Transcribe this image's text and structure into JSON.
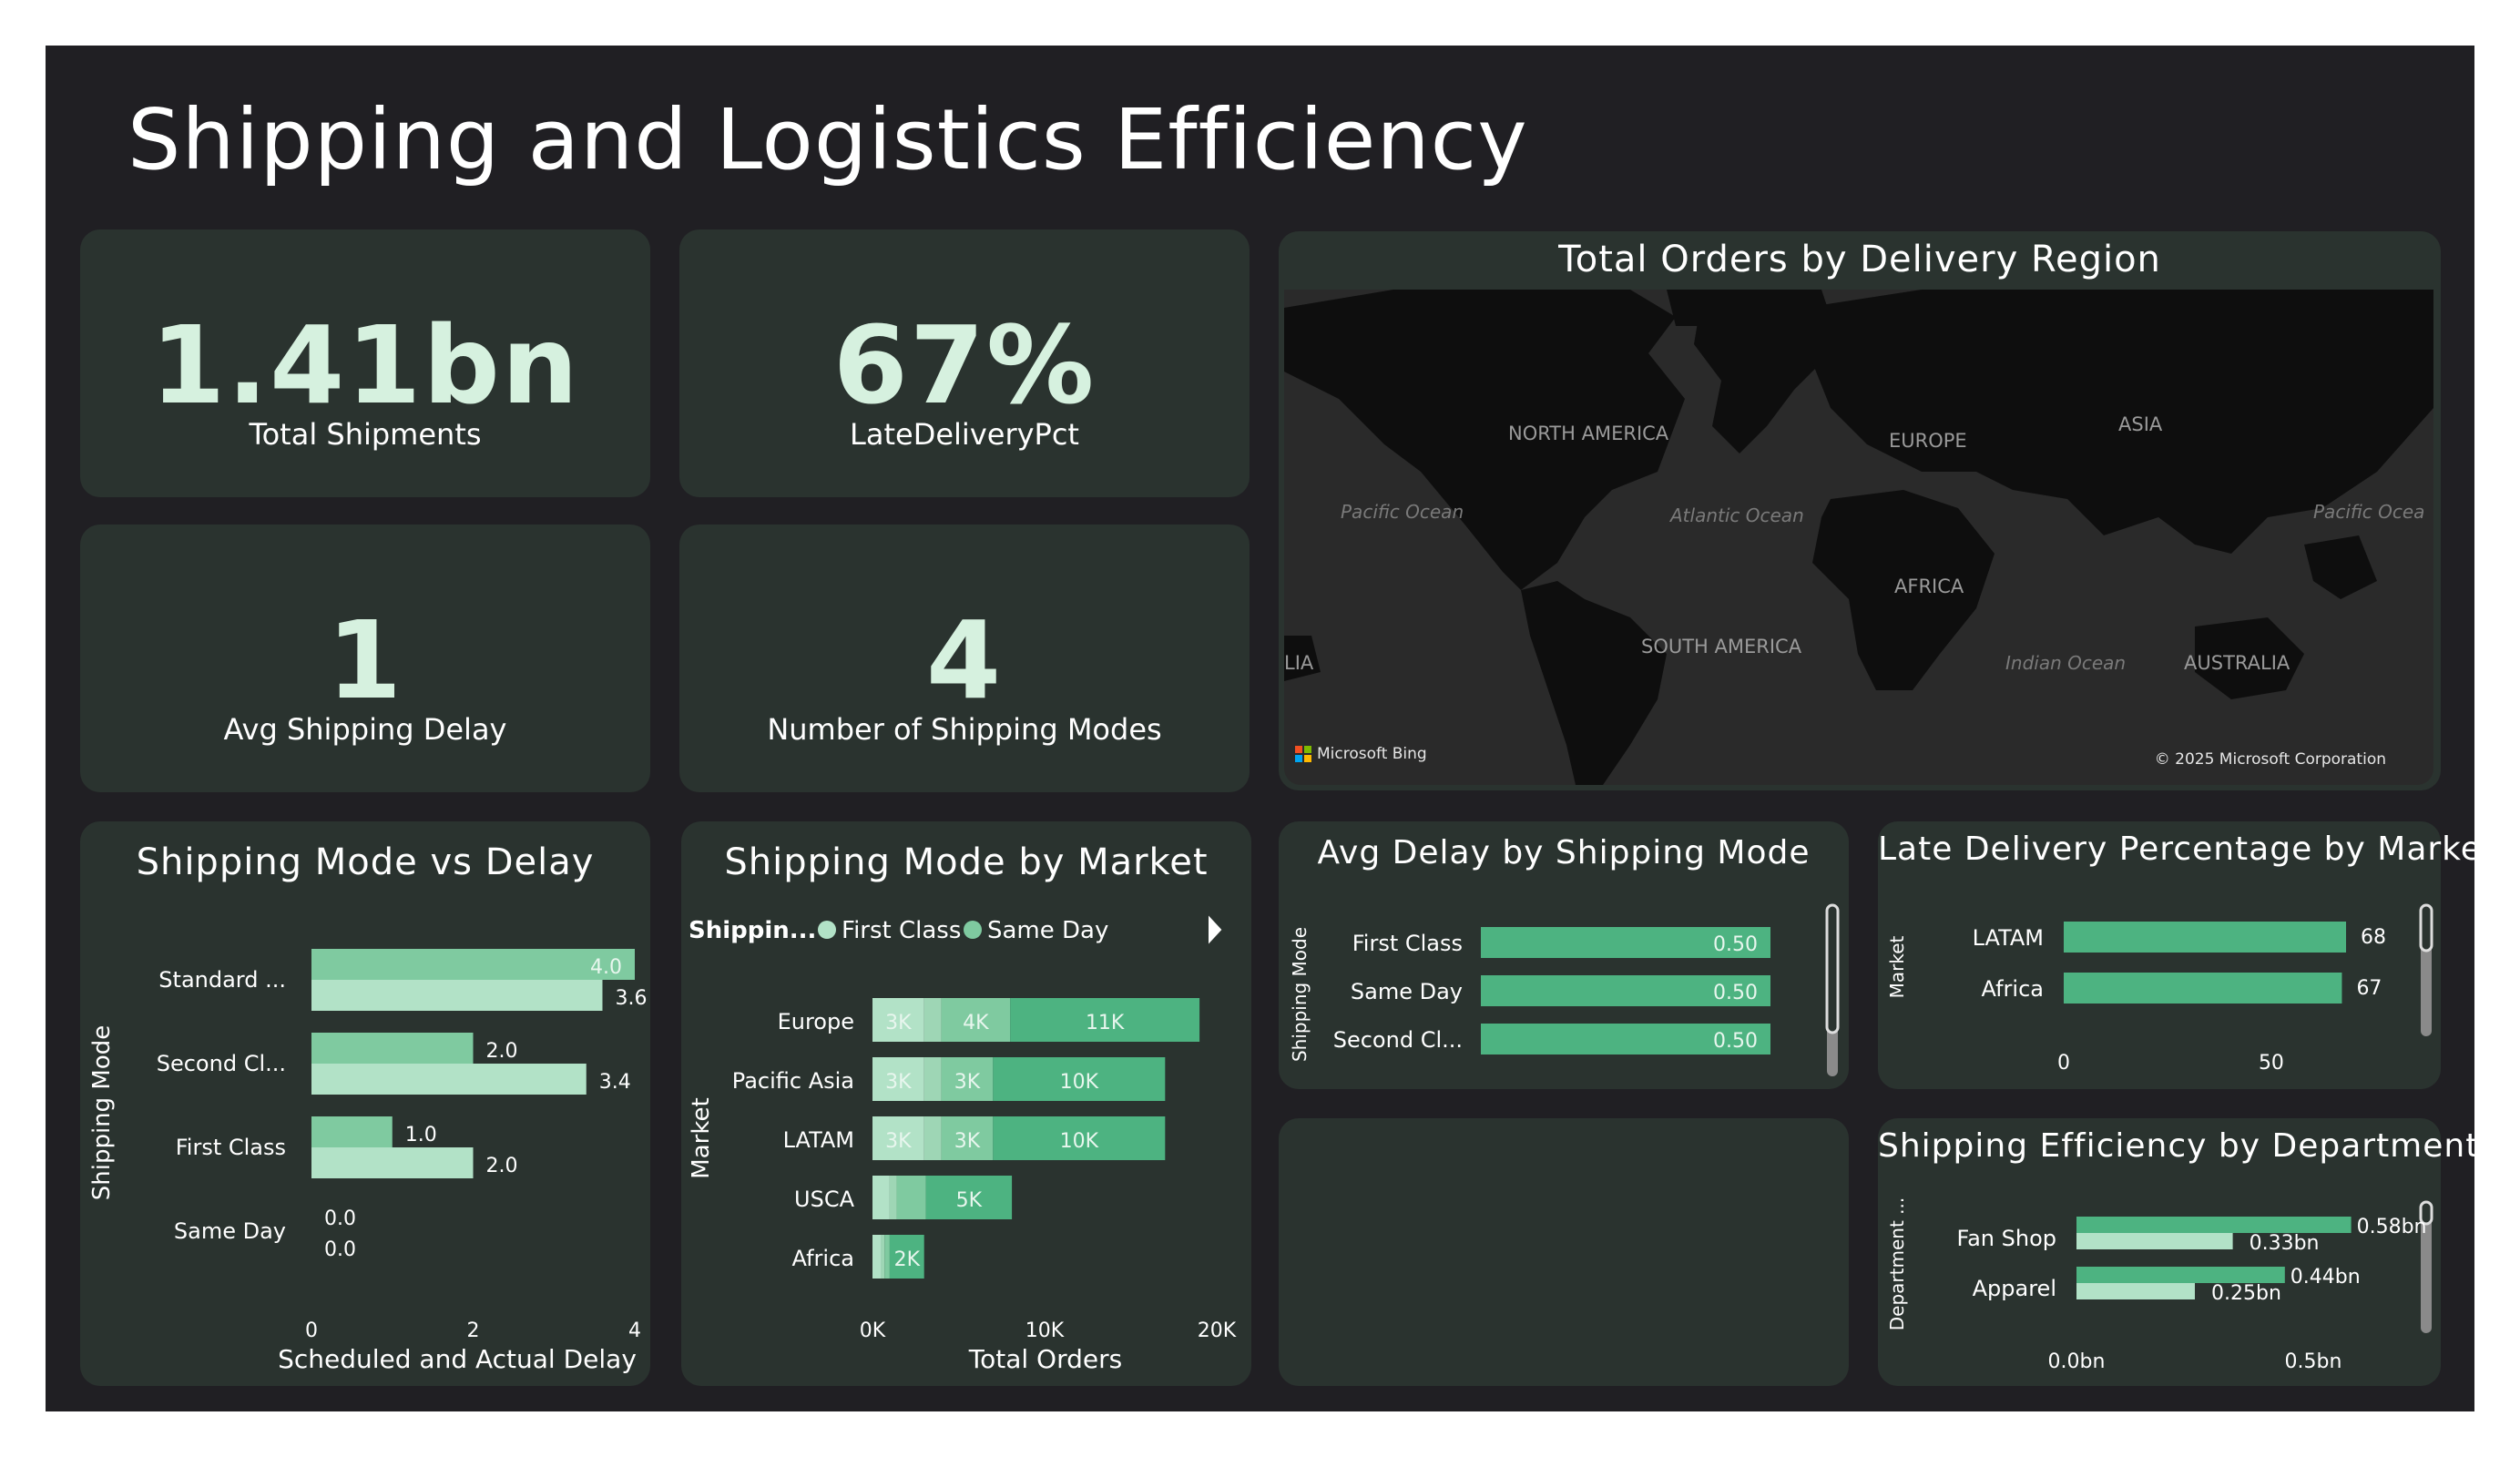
{
  "page": {
    "title": "Shipping and Logistics Efficiency"
  },
  "kpis": [
    {
      "value": "1.41bn",
      "label": "Total Shipments"
    },
    {
      "value": "67%",
      "label": "LateDeliveryPct"
    },
    {
      "value": "1",
      "label": "Avg Shipping Delay"
    },
    {
      "value": "4",
      "label": "Number of Shipping Modes"
    }
  ],
  "map": {
    "title": "Total Orders by Delivery Region",
    "region_labels": [
      "NORTH AMERICA",
      "EUROPE",
      "ASIA",
      "AFRICA",
      "SOUTH AMERICA",
      "AUSTRALIA",
      "LIA"
    ],
    "ocean_labels": [
      "Pacific Ocean",
      "Atlantic Ocean",
      "Pacific Ocea",
      "Indian Ocean"
    ],
    "attribution_left": "Microsoft Bing",
    "attribution_right": "© 2025 Microsoft Corporation"
  },
  "charts": {
    "mode_vs_delay": {
      "title": "Shipping Mode vs Delay",
      "ylabel": "Shipping Mode",
      "xlabel": "Scheduled and Actual Delay",
      "xticks": [
        "0",
        "2",
        "4"
      ],
      "categories": [
        "Standard ...",
        "Second Cl...",
        "First Class",
        "Same Day"
      ],
      "series_a_labels": [
        "4.0",
        "2.0",
        "1.0",
        "0.0"
      ],
      "series_b_labels": [
        "3.6",
        "3.4",
        "2.0",
        "0.0"
      ]
    },
    "mode_by_market": {
      "title": "Shipping Mode by Market",
      "legend_title": "Shippin...",
      "legend_items": [
        "First Class",
        "Same Day"
      ],
      "ylabel": "Market",
      "xlabel": "Total Orders",
      "xticks": [
        "0K",
        "10K",
        "20K"
      ],
      "categories": [
        "Europe",
        "Pacific Asia",
        "LATAM",
        "USCA",
        "Africa"
      ],
      "seg_labels": [
        [
          "3K",
          "4K",
          "11K"
        ],
        [
          "3K",
          "3K",
          "10K"
        ],
        [
          "3K",
          "3K",
          "10K"
        ],
        [
          "",
          "",
          "5K"
        ],
        [
          "",
          "",
          "2K"
        ]
      ]
    },
    "avg_delay_by_mode": {
      "title": "Avg Delay by Shipping Mode",
      "ylabel": "Shipping Mode",
      "categories": [
        "First Class",
        "Same Day",
        "Second Cl..."
      ],
      "value_labels": [
        "0.50",
        "0.50",
        "0.50"
      ]
    },
    "late_pct_by_market": {
      "title": "Late Delivery Percentage by Market",
      "ylabel": "Market",
      "xticks": [
        "0",
        "50"
      ],
      "categories": [
        "LATAM",
        "Africa"
      ],
      "value_labels": [
        "68",
        "67"
      ]
    },
    "efficiency_by_dept": {
      "title": "Shipping Efficiency by Department",
      "ylabel": "Department ...",
      "xticks": [
        "0.0bn",
        "0.5bn"
      ],
      "categories": [
        "Fan Shop",
        "Apparel"
      ],
      "series_a_labels": [
        "0.58bn",
        "0.44bn"
      ],
      "series_b_labels": [
        "0.33bn",
        "0.25bn"
      ]
    }
  },
  "chart_data": [
    {
      "type": "bar",
      "title": "Shipping Mode vs Delay",
      "orientation": "horizontal",
      "categories": [
        "Standard ...",
        "Second Cl...",
        "First Class",
        "Same Day"
      ],
      "series": [
        {
          "values": [
            4.0,
            2.0,
            1.0,
            0.0
          ]
        },
        {
          "values": [
            3.6,
            3.4,
            2.0,
            0.0
          ]
        }
      ],
      "xlabel": "Scheduled and Actual Delay",
      "ylabel": "Shipping Mode",
      "xlim": [
        0,
        4
      ]
    },
    {
      "type": "bar",
      "title": "Shipping Mode by Market",
      "orientation": "horizontal",
      "stacked": true,
      "categories": [
        "Europe",
        "Pacific Asia",
        "LATAM",
        "USCA",
        "Africa"
      ],
      "series": [
        {
          "name": "First Class",
          "values": [
            3000,
            3000,
            3000,
            1000,
            500
          ]
        },
        {
          "name": "Same Day",
          "values": [
            1000,
            1000,
            1000,
            400,
            200
          ]
        },
        {
          "values": [
            4000,
            3000,
            3000,
            1700,
            300
          ]
        },
        {
          "values": [
            11000,
            10000,
            10000,
            5000,
            2000
          ]
        }
      ],
      "xlabel": "Total Orders",
      "ylabel": "Market",
      "xlim": [
        0,
        20000
      ],
      "legend": "top-left"
    },
    {
      "type": "bar",
      "title": "Avg Delay by Shipping Mode",
      "orientation": "horizontal",
      "categories": [
        "First Class",
        "Same Day",
        "Second Cl..."
      ],
      "values": [
        0.5,
        0.5,
        0.5
      ],
      "ylabel": "Shipping Mode"
    },
    {
      "type": "bar",
      "title": "Late Delivery Percentage by Market",
      "orientation": "horizontal",
      "categories": [
        "LATAM",
        "Africa"
      ],
      "values": [
        68,
        67
      ],
      "ylabel": "Market",
      "xlim": [
        0,
        70
      ]
    },
    {
      "type": "bar",
      "title": "Shipping Efficiency by Department",
      "orientation": "horizontal",
      "categories": [
        "Fan Shop",
        "Apparel"
      ],
      "series": [
        {
          "values": [
            0.58,
            0.44
          ]
        },
        {
          "values": [
            0.33,
            0.25
          ]
        }
      ],
      "ylabel": "Department ...",
      "xlim": [
        0,
        0.6
      ]
    }
  ],
  "colors": {
    "canvas_bg": "#201f23",
    "card_bg": "#2a332f",
    "primary_bar": "#4db381",
    "light_bar": "#b2e2c7",
    "mid_bar": "#7fcaa0",
    "kpi_value": "#d6f1df"
  }
}
